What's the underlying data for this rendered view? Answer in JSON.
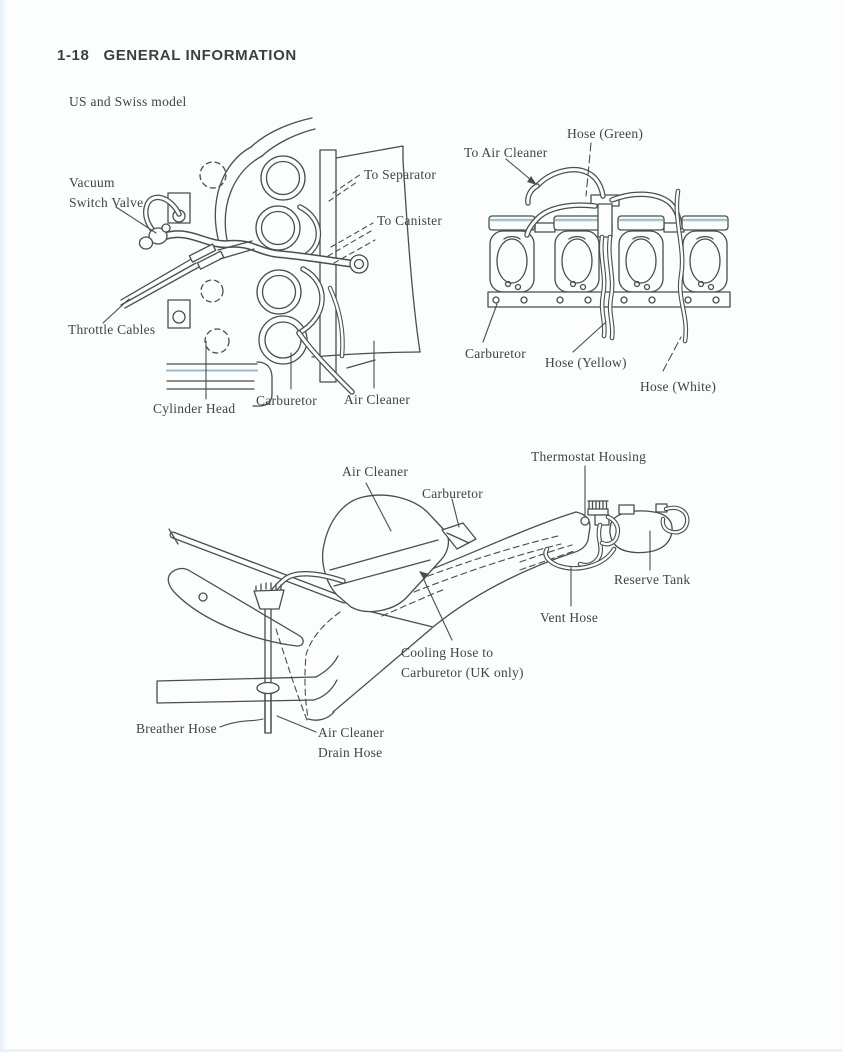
{
  "header": {
    "section_number": "1-18",
    "section_title": "GENERAL  INFORMATION",
    "model_note": "US and Swiss model"
  },
  "diagram_carb_side": {
    "title": "carburetor bank side view with evaporative hoses",
    "labels": {
      "vacuum_switch_valve": "Vacuum\nSwitch Valve",
      "throttle_cables": "Throttle Cables",
      "cylinder_head": "Cylinder Head",
      "carburetor": "Carburetor",
      "air_cleaner": "Air Cleaner",
      "to_separator": "To Separator",
      "to_canister": "To Canister"
    }
  },
  "diagram_carb_front": {
    "title": "carburetor bank front view with vent hoses",
    "labels": {
      "to_air_cleaner": "To Air Cleaner",
      "hose_green": "Hose (Green)",
      "carburetor": "Carburetor",
      "hose_yellow": "Hose (Yellow)",
      "hose_white": "Hose (White)"
    }
  },
  "diagram_cooling_breather": {
    "title": "frame side view with breather and cooling hoses",
    "labels": {
      "air_cleaner": "Air Cleaner",
      "carburetor": "Carburetor",
      "thermostat_housing": "Thermostat Housing",
      "reserve_tank": "Reserve Tank",
      "vent_hose": "Vent Hose",
      "cooling_hose": "Cooling Hose to\nCarburetor (UK only)",
      "breather_hose": "Breather Hose",
      "air_cleaner_drain_hose": "Air Cleaner\nDrain Hose"
    }
  },
  "colors": {
    "ink": "#49504a",
    "paper": "#fcfdfd",
    "blue_tint": "#a3c2d2",
    "scan_edge_blue": "#e3eff5"
  }
}
